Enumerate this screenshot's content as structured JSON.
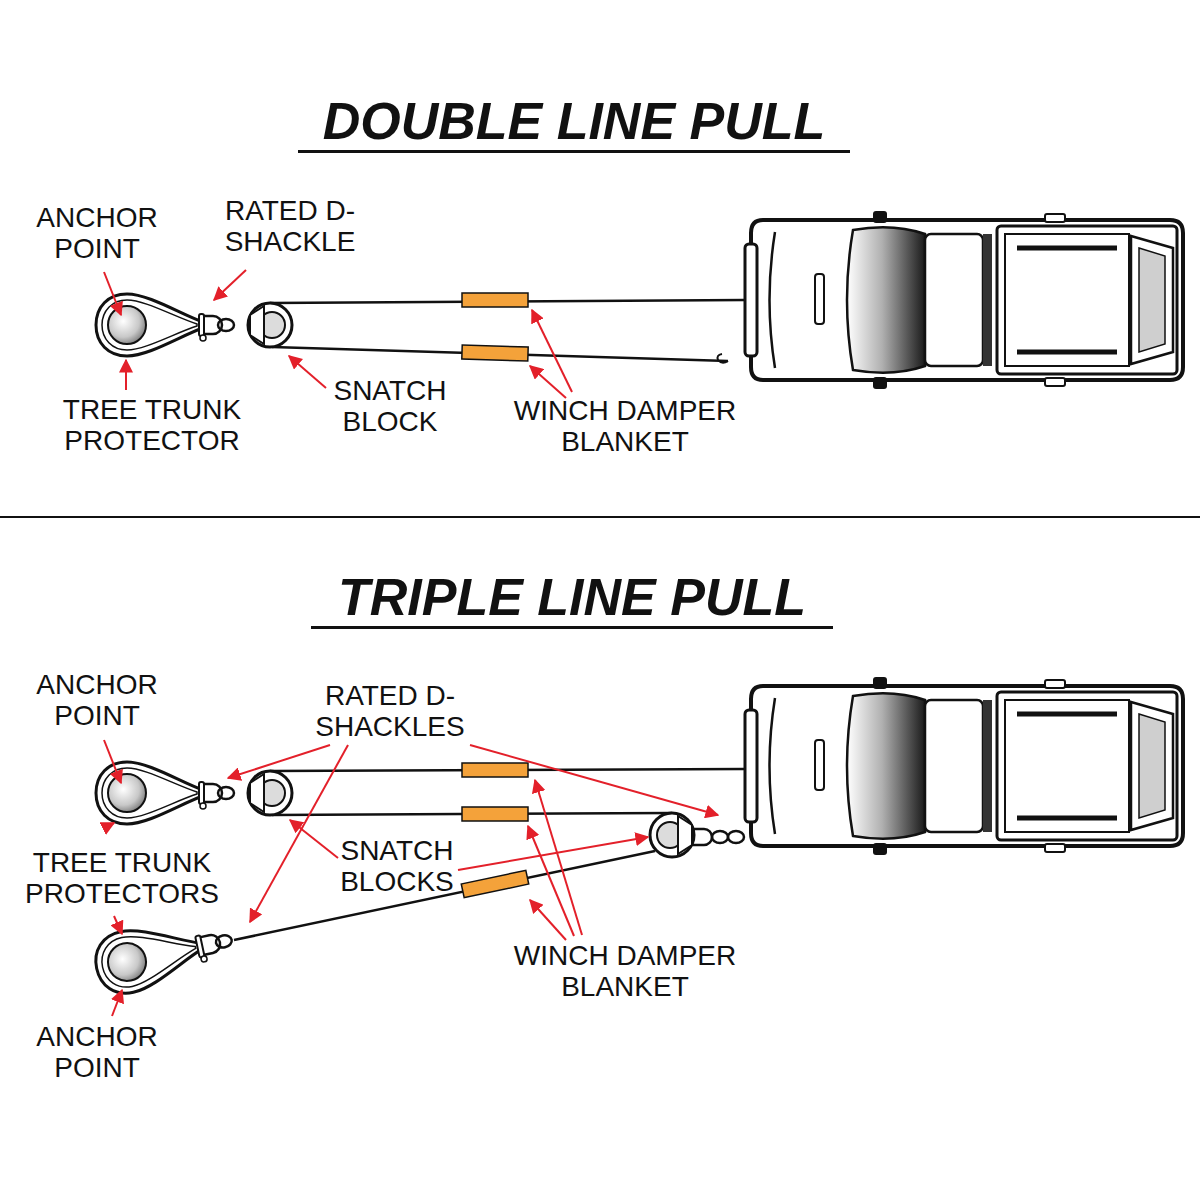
{
  "diagram": {
    "title": "DOUBLE LINE PULL",
    "labels": [
      "ANCHOR POINT",
      "RATED D-SHACKLE",
      "TREE TRUNK PROTECTOR",
      "SNATCH BLOCK",
      "WINCH DAMPER BLANKET",
      "TRIPLE LINE PULL",
      "ANCHOR POINT",
      "RATED D-SHACKLES",
      "TREE TRUNK PROTECTORS",
      "SNATCH BLOCKS",
      "WINCH DAMPER BLANKET",
      "ANCHOR POINT"
    ]
  }
}
